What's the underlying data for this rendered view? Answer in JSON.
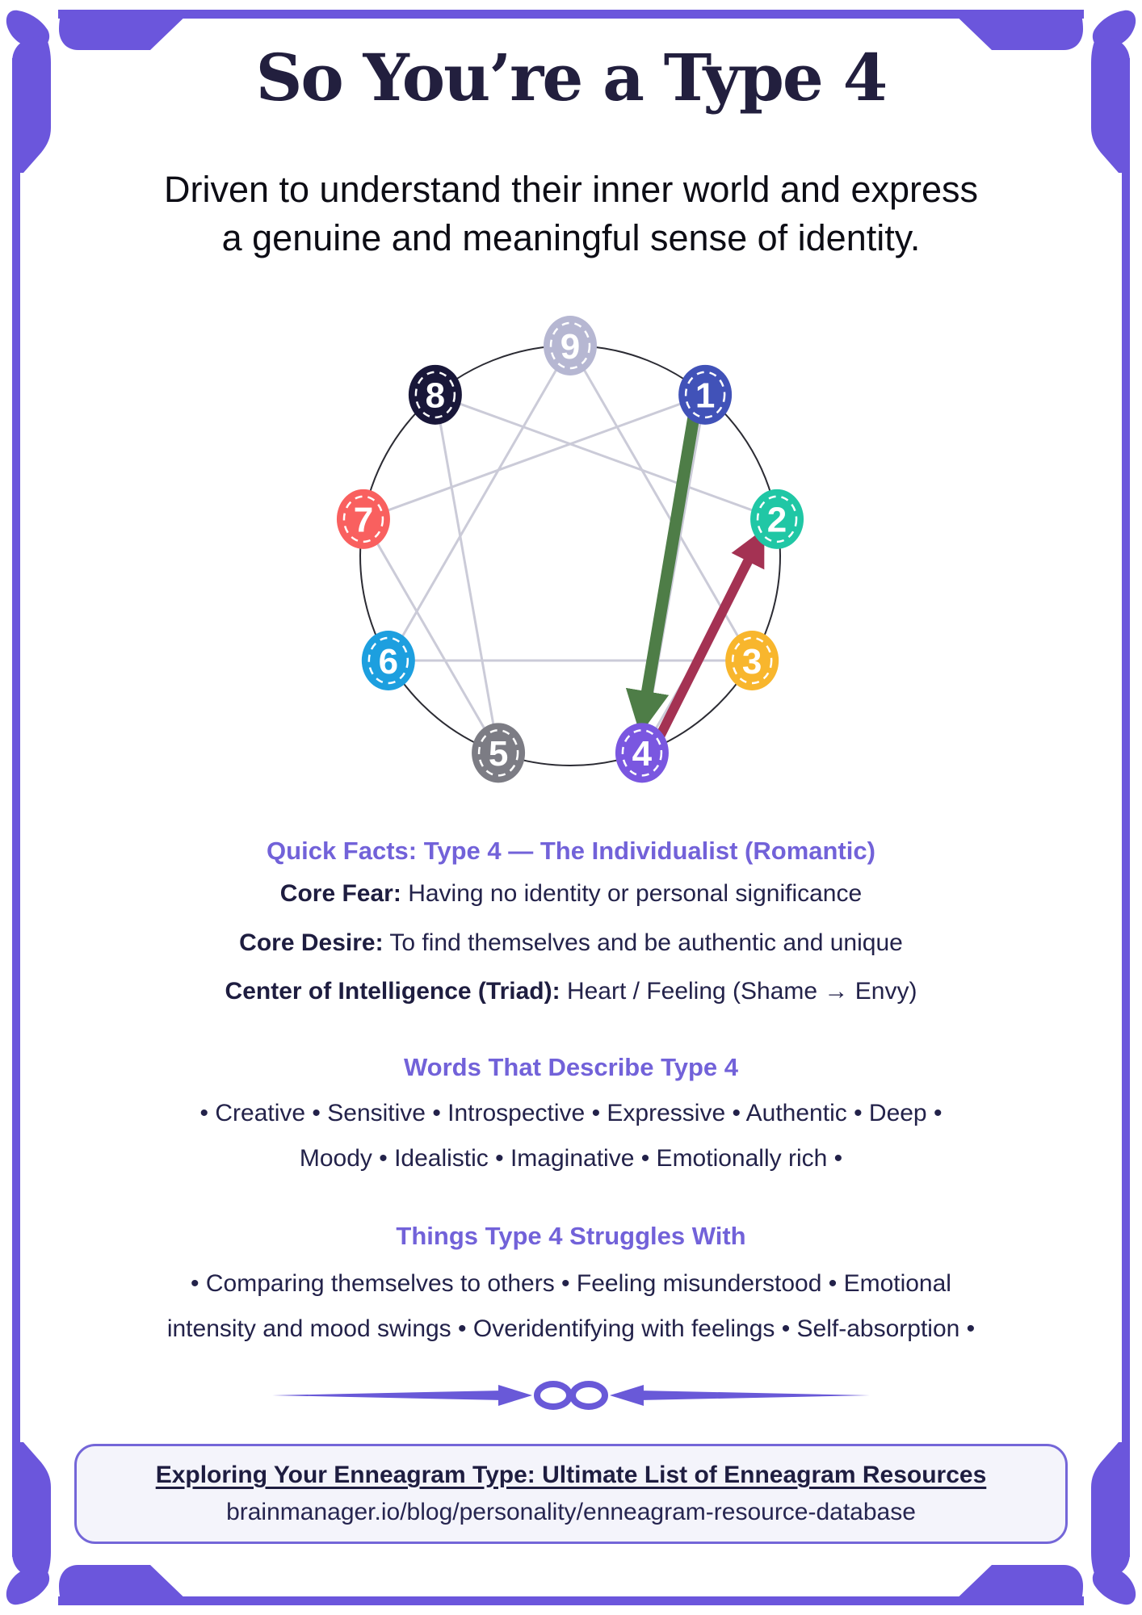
{
  "header": {
    "title": "So You’re a Type 4",
    "subtitle_line1": "Driven to understand their inner world and express",
    "subtitle_line2": "a genuine and meaningful sense of identity."
  },
  "diagram": {
    "points": [
      {
        "number": "1",
        "color": "#4152b8"
      },
      {
        "number": "2",
        "color": "#20c7a5"
      },
      {
        "number": "3",
        "color": "#f8b62d"
      },
      {
        "number": "4",
        "color": "#7a57e0"
      },
      {
        "number": "5",
        "color": "#7c7c84"
      },
      {
        "number": "6",
        "color": "#1d9fdf"
      },
      {
        "number": "7",
        "color": "#f9605f"
      },
      {
        "number": "8",
        "color": "#191739"
      },
      {
        "number": "9",
        "color": "#b6b7d2"
      }
    ],
    "arrows": [
      {
        "name": "growth-arrow",
        "from": "1",
        "to": "4",
        "color": "#4e7d47"
      },
      {
        "name": "stress-arrow",
        "from": "4",
        "to": "2",
        "color": "#a43253"
      }
    ]
  },
  "quick_facts": {
    "heading": "Quick Facts: Type 4 — The Individualist (Romantic)",
    "items": [
      {
        "label": "Core Fear:",
        "text": "Having no identity or personal significance"
      },
      {
        "label": "Core Desire:",
        "text": "To find themselves and be authentic and unique"
      },
      {
        "label": "Center of Intelligence (Triad):",
        "text": "Heart / Feeling (Shame → Envy)"
      }
    ]
  },
  "words": {
    "heading": "Words That Describe Type 4",
    "line1": "• Creative • Sensitive • Introspective • Expressive • Authentic • Deep •",
    "line2": "Moody • Idealistic • Imaginative • Emotionally rich •"
  },
  "struggles": {
    "heading": "Things Type 4 Struggles With",
    "line1": "• Comparing themselves to others • Feeling misunderstood • Emotional",
    "line2": "intensity and mood swings • Overidentifying with feelings • Self-absorption •"
  },
  "footer": {
    "link_title": "Exploring Your Enneagram Type: Ultimate List of Enneagram Resources",
    "url": "brainmanager.io/blog/personality/enneagram-resource-database"
  },
  "colors": {
    "frame_purple": "#6b56dc",
    "heading_purple": "#7262d9",
    "divider_purple": "#6959d8",
    "circle_stroke": "#2b2b33",
    "inner_lines_gray": "#cbcbd8",
    "growth_green": "#4e7d47",
    "stress_red": "#a43253",
    "title_navy": "#221f3e",
    "body_navy": "#23224a"
  }
}
